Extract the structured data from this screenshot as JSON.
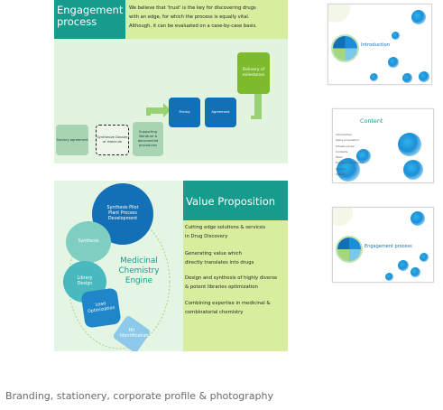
{
  "slide1": {
    "title_lines": [
      "Engagement",
      "process"
    ],
    "intro_lines": [
      "We believe that 'trust' is the key for discovering drugs",
      "with an edge, for which the process is equally vital.",
      "Although, it can be evaluated on a case-by-case basis."
    ],
    "steps": {
      "secrecy": "Secrecy agreement",
      "synthesize": "Synthesize Dossier of molecule",
      "supporting": "Supporting literature & documented procedures",
      "pricing": "Pricing",
      "agreement": "Agreement",
      "delivery": "Delivery of milestones"
    }
  },
  "slide2": {
    "title": "Value Proposition",
    "points": [
      [
        "Cutting edge solutions & services",
        "in Drug Discovery"
      ],
      [
        "Generating value which",
        "directly translates into drugs"
      ],
      [
        "Design and synthesis of highly diverse",
        "& potent libraries optimization"
      ],
      [
        "Combining expertise in medicinal &",
        "combinatorial chemistry"
      ]
    ],
    "diagram": {
      "center_lines": [
        "Medicinal",
        "Chemistry",
        "Engine"
      ],
      "synthesis_pilot": "Synthesis Pilot Plant Process Development",
      "synthesis": "Synthesis",
      "library_design": "Library Design",
      "lead_optimization": "Lead Optimization",
      "hit_identification": "Hit Identification"
    }
  },
  "thumbnails": [
    {
      "title": "Introduction"
    },
    {
      "title": "Content",
      "items": [
        "Introduction",
        "Value proposition",
        "Infrastructure",
        "Contacts",
        "Team",
        "Engagement process",
        "Process",
        "Clients"
      ]
    },
    {
      "title": "Engagement process"
    }
  ],
  "caption": "Branding, stationery, corporate profile & photography",
  "colors": {
    "teal": "#169b8c",
    "lime": "#d8ee9f",
    "blue": "#1470b6",
    "green": "#7dba2c"
  }
}
